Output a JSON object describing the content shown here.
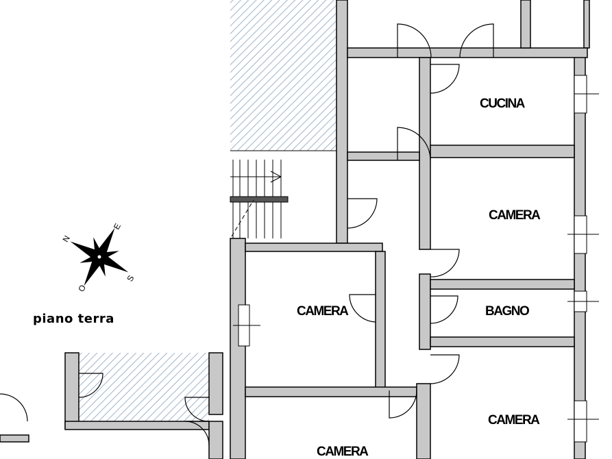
{
  "plan": {
    "floor_label": "piano terra",
    "rooms": {
      "kitchen": "CUCINA",
      "bedroom_1": "CAMERA",
      "bedroom_2": "CAMERA",
      "bedroom_3": "CAMERA",
      "bedroom_4": "CAMERA",
      "bathroom": "BAGNO"
    },
    "compass": {
      "north": "N",
      "east": "E",
      "south": "S",
      "west": "O"
    },
    "colors": {
      "wall_fill": "#c8c8c8",
      "wall_stroke": "#000000",
      "hatch": "#9fb3c8"
    }
  }
}
